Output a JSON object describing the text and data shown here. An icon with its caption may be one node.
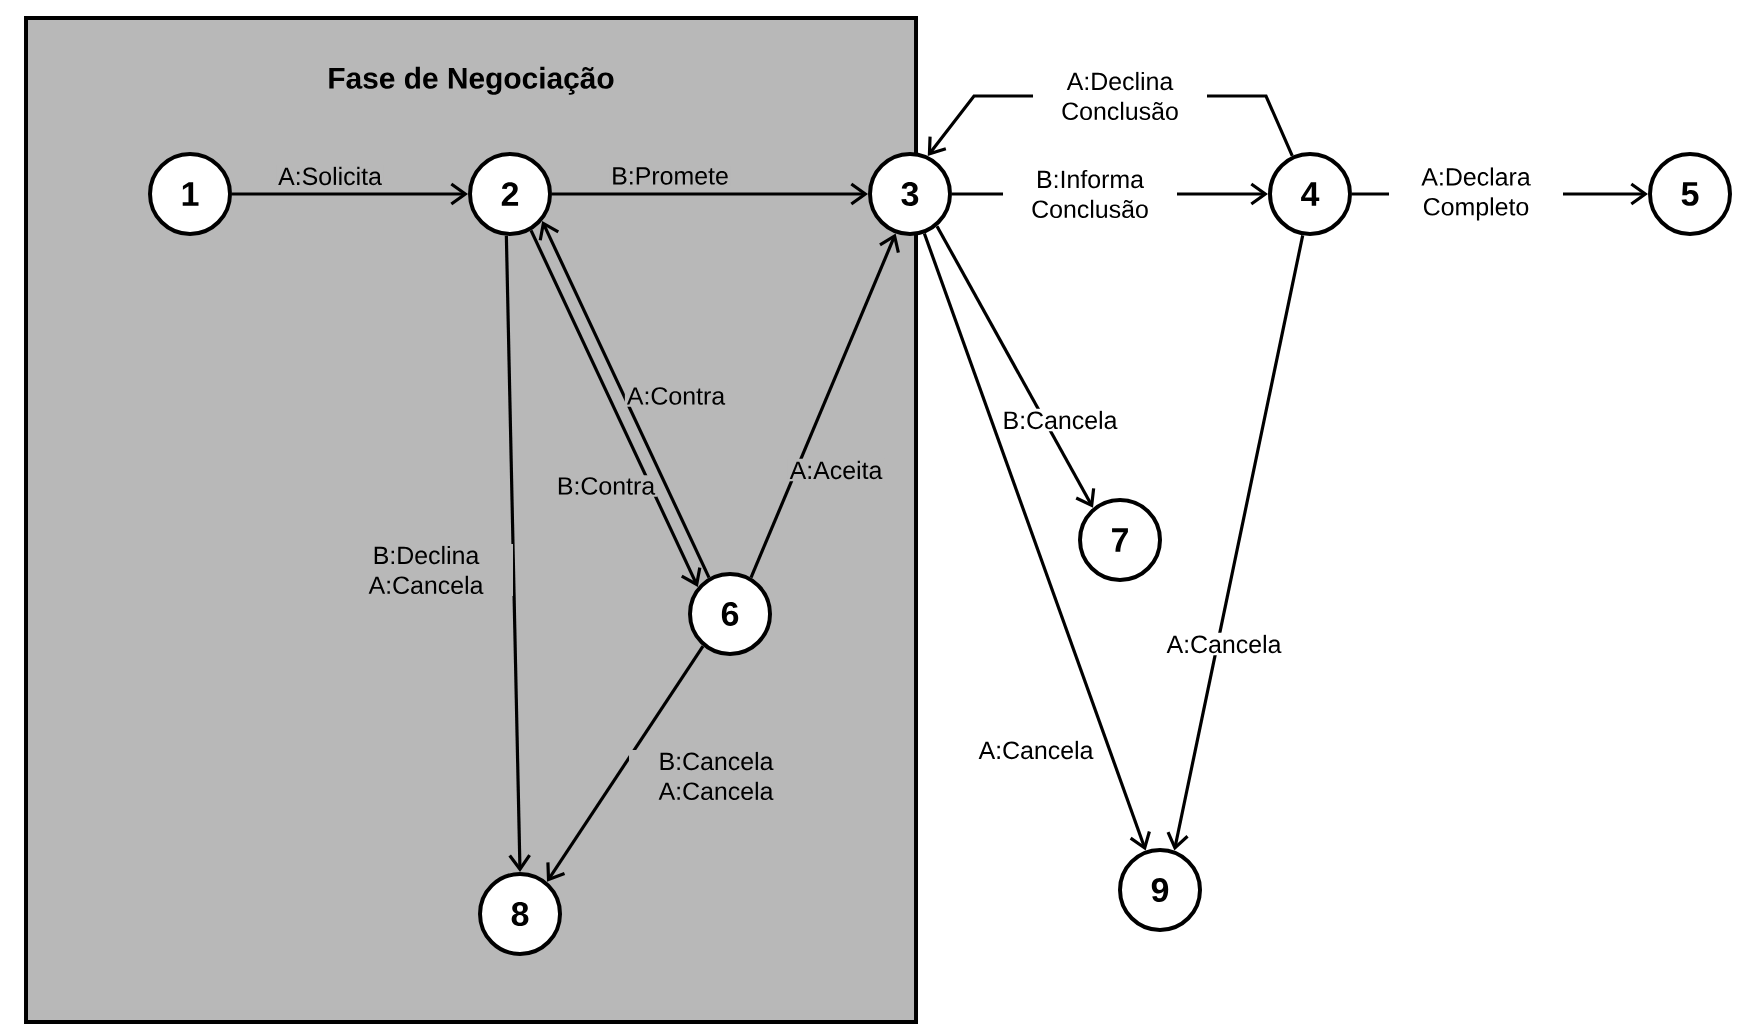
{
  "diagram": {
    "nodes": [
      {
        "text": [
          "Fase de Negociação"
        ]
      },
      {
        "text": [
          "1"
        ],
        "in": 0
      },
      {
        "text": [
          "2"
        ],
        "in": 0
      },
      {
        "text": [
          "3"
        ]
      },
      {
        "text": [
          "4"
        ]
      },
      {
        "text": [
          "5"
        ]
      },
      {
        "text": [
          "6"
        ],
        "in": 0
      },
      {
        "text": [
          "7"
        ]
      },
      {
        "text": [
          "8"
        ],
        "in": 0
      },
      {
        "text": [
          "9"
        ]
      }
    ],
    "edges": [
      {
        "from": 1,
        "to": 2,
        "arrow": "to",
        "label": "A:Solicita"
      },
      {
        "from": 2,
        "to": 3,
        "arrow": "to",
        "label": "B:Promete"
      },
      {
        "from": 4,
        "to": 3,
        "arrow": "to",
        "label": "A:Declina Conclusão"
      },
      {
        "from": 3,
        "to": 4,
        "arrow": "to",
        "label": "B:Informa Conclusão"
      },
      {
        "from": 4,
        "to": 5,
        "arrow": "to",
        "label": "A:Declara Completo"
      },
      {
        "from": 6,
        "to": 2,
        "arrow": "to",
        "label": "A:Contra"
      },
      {
        "from": 2,
        "to": 6,
        "arrow": "to",
        "label": "B:Contra"
      },
      {
        "from": 6,
        "to": 3,
        "arrow": "to",
        "label": "A:Aceita"
      },
      {
        "from": 3,
        "to": 7,
        "arrow": "to",
        "label": "B:Cancela"
      },
      {
        "from": 2,
        "to": 8,
        "arrow": "to",
        "label": "B:Declina A:Cancela"
      },
      {
        "from": 6,
        "to": 8,
        "arrow": "to",
        "label": "B:Cancela A:Cancela"
      },
      {
        "from": 4,
        "to": 9,
        "arrow": "to",
        "label": "A:Cancela"
      },
      {
        "from": 3,
        "to": 9,
        "arrow": "to",
        "label": "A:Cancela"
      }
    ]
  }
}
